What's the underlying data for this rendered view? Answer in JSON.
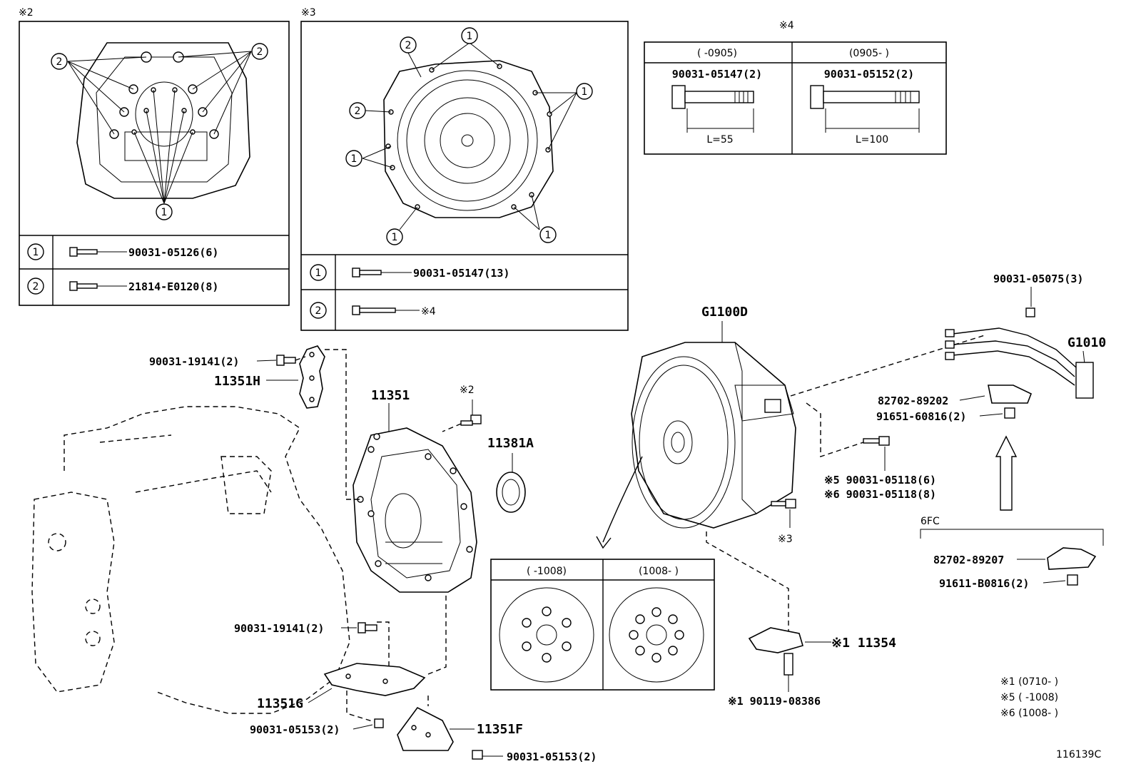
{
  "inset2": {
    "mark": "※2",
    "callout1": "1",
    "callout2": "2",
    "rows": [
      {
        "num": "1",
        "part": "90031-05126(6)"
      },
      {
        "num": "2",
        "part": "21814-E0120(8)"
      }
    ]
  },
  "inset3": {
    "mark": "※3",
    "callout1": "1",
    "callout2": "2",
    "rows": [
      {
        "num": "1",
        "part": "90031-05147(13)"
      },
      {
        "num": "2",
        "part": "※4"
      }
    ]
  },
  "inset4": {
    "mark": "※4",
    "col1_range": "(    -0905)",
    "col2_range": "(0905-     )",
    "col1_part": "90031-05147(2)",
    "col2_part": "90031-05152(2)",
    "col1_length": "L=55",
    "col2_length": "L=100"
  },
  "flywheel_table": {
    "col1_range": "(    -1008)",
    "col2_range": "(1008-     )"
  },
  "labels": {
    "p_90031_19141_top": "90031-19141(2)",
    "p_11351H": "11351H",
    "p_11351": "11351",
    "p_mark2": "※2",
    "p_11381A": "11381A",
    "p_G1100D": "G1100D",
    "p_90031_05075": "90031-05075(3)",
    "p_G1010": "G1010",
    "p_82702_89202": "82702-89202",
    "p_91651_60816": "91651-60816(2)",
    "p_90031_05118_a": "※5 90031-05118(6)",
    "p_90031_05118_b": "※6 90031-05118(8)",
    "p_mark3": "※3",
    "p_6FC": "6FC",
    "p_82702_89207": "82702-89207",
    "p_91611_B0816": "91611-B0816(2)",
    "p_90031_19141_bot": "90031-19141(2)",
    "p_11351G": "11351G",
    "p_90031_05153_a": "90031-05153(2)",
    "p_11351F": "11351F",
    "p_90031_05153_b": "90031-05153(2)",
    "p_11354": "※1 11354",
    "p_90119_08386": "※1 90119-08386"
  },
  "notes": {
    "n1": "※1 (0710-     )",
    "n5": "※5 (     -1008)",
    "n6": "※6 (1008-     )"
  },
  "figure_id": "116139C"
}
